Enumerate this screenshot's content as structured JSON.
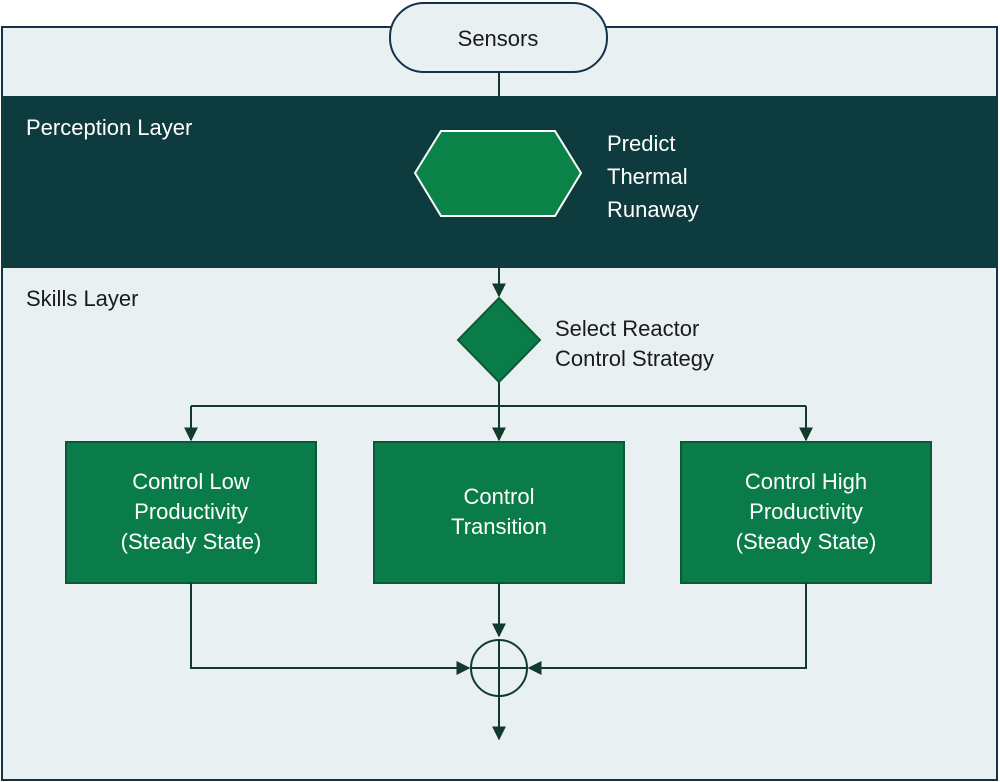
{
  "sensors": {
    "label": "Sensors"
  },
  "perception_layer": {
    "title": "Perception Layer",
    "predict_label_lines": [
      "Predict",
      "Thermal",
      "Runaway"
    ]
  },
  "skills_layer": {
    "title": "Skills Layer",
    "select_label_lines": [
      "Select Reactor",
      "Control Strategy"
    ],
    "boxes": [
      {
        "lines": [
          "Control Low",
          "Productivity",
          "(Steady State)"
        ]
      },
      {
        "lines": [
          "Control",
          "Transition"
        ]
      },
      {
        "lines": [
          "Control High",
          "Productivity",
          "(Steady State)"
        ]
      }
    ]
  },
  "colors": {
    "background": "#e8f0f2",
    "border": "#15324a",
    "perception_band": "#0e3b3d",
    "node_fill": "#0a7c4a",
    "node_stroke": "#0a5a35",
    "hexagon_fill": "#0b8348",
    "hexagon_stroke": "#ffffff",
    "line": "#123a2e",
    "text_dark": "#1a1a1a",
    "text_light": "#ffffff"
  }
}
